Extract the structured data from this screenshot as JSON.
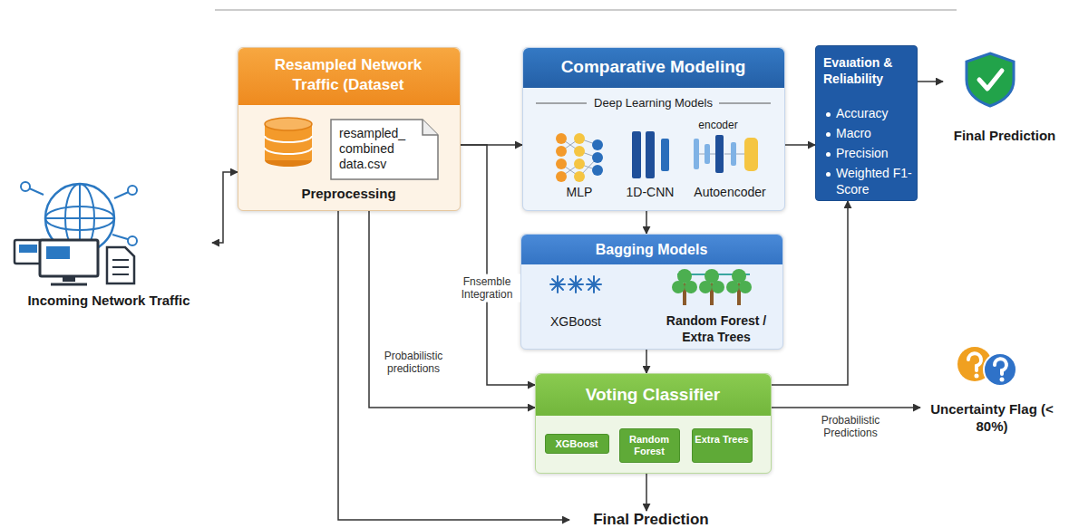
{
  "diagram": {
    "nodes": [
      {
        "text": [
          "Incoming Network Traffic"
        ]
      },
      {
        "text": [
          "Resampled Network Traffic (Dataset",
          "Preprocessing"
        ]
      },
      {
        "text": [
          "resampled_ combined data.csv"
        ],
        "in": 1
      },
      {
        "text": [
          "Comparative Modeling",
          "Deep Learning Models",
          "encoder",
          "MLP",
          "1D-CNN",
          "Autoencoder"
        ]
      },
      {
        "text": [
          "Evaıation & Reliability",
          "Accuracy",
          "Macro",
          "Precision",
          "Weighted F1-Score"
        ]
      },
      {
        "text": [
          "Final Prediction"
        ]
      },
      {
        "text": [
          "Bagging Models",
          "XGBoost",
          "Random Forest / Extra Trees"
        ]
      },
      {
        "text": [
          "Voting Classifier"
        ]
      },
      {
        "text": [
          "XGBoost"
        ],
        "in": 7
      },
      {
        "text": [
          "Random Forest"
        ],
        "in": 7
      },
      {
        "text": [
          "Extra Trees"
        ],
        "in": 7
      },
      {
        "text": [
          "Uncertainty Flag (< 80%)"
        ]
      },
      {
        "text": [
          "Final Prediction"
        ]
      }
    ],
    "edges": [
      {
        "from": 0,
        "to": 1,
        "arrow": "both"
      },
      {
        "from": 1,
        "to": 3,
        "arrow": "to"
      },
      {
        "from": 1,
        "to": 7,
        "label": "Fnsemble Integration",
        "arrow": "to"
      },
      {
        "from": 1,
        "to": 7,
        "label": "Probabilistic predictions",
        "arrow": "to"
      },
      {
        "from": 1,
        "to": 12,
        "arrow": "to"
      },
      {
        "from": 3,
        "to": 4,
        "arrow": "to"
      },
      {
        "from": 4,
        "to": 5,
        "arrow": "to"
      },
      {
        "from": 3,
        "to": 6,
        "arrow": "to"
      },
      {
        "from": 6,
        "to": 7,
        "arrow": "to"
      },
      {
        "from": 7,
        "to": 4,
        "arrow": "to"
      },
      {
        "from": 7,
        "to": 11,
        "label": "Probabilistic Predictions",
        "arrow": "to"
      },
      {
        "from": 7,
        "to": 12,
        "arrow": "to"
      }
    ]
  }
}
